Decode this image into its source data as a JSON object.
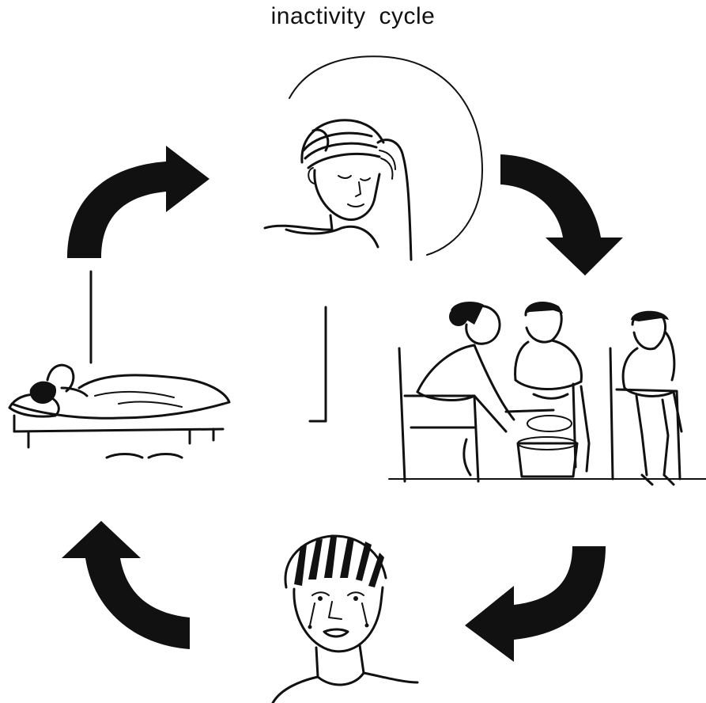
{
  "title": "inactivity cycle",
  "colors": {
    "ink": "#111111",
    "background": "#ffffff"
  },
  "arrows": [
    {
      "name": "arrow-top-left",
      "direction": "to-top-center"
    },
    {
      "name": "arrow-top-right",
      "direction": "to-right-middle"
    },
    {
      "name": "arrow-bottom-right",
      "direction": "to-bottom-center"
    },
    {
      "name": "arrow-bottom-left",
      "direction": "to-left-middle"
    }
  ],
  "scenes": [
    {
      "name": "headache-woman",
      "position": "top"
    },
    {
      "name": "women-working-group",
      "position": "right"
    },
    {
      "name": "crying-woman",
      "position": "bottom"
    },
    {
      "name": "woman-lying-in-bed",
      "position": "left"
    }
  ]
}
